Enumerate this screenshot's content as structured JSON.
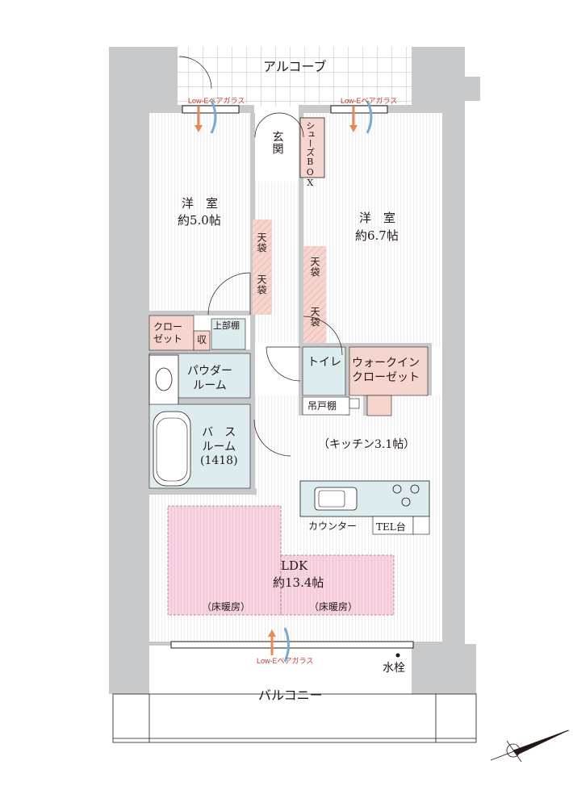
{
  "rooms": {
    "alcove": "アルコーブ",
    "entrance": "玄\n関",
    "shoe_box": "シューズBOX",
    "western_left": {
      "name": "洋　室",
      "size": "約5.0帖"
    },
    "western_right": {
      "name": "洋　室",
      "size": "約6.7帖"
    },
    "tenbukuro": "天袋",
    "closet": "クロー\nゼット",
    "upper_shelf": "上部棚",
    "storage": "収",
    "powder_room": "パウダー\nルーム",
    "toilet": "トイレ",
    "hanging_shelf": "吊戸棚",
    "walk_in_closet": "ウォークイン\nクローゼット",
    "bath_room": "バ　ス\nルーム\n(1418)",
    "kitchen": "（キッチン3.1帖）",
    "counter": "カウンター",
    "tel_stand": "TEL台",
    "ldk": {
      "name": "LDK",
      "size": "約13.4帖"
    },
    "floor_heating": "（床暖房）",
    "faucet": "水栓",
    "balcony": "バルコニー"
  },
  "glass_label": "Low-Eペアガラス",
  "colors": {
    "wall": "#c8c9ca",
    "storage_fill": "#f6d5cf",
    "wet_fill": "#dcecef",
    "floor_heating_fill": "#f7d4e2",
    "glass_text": "#c0392b"
  }
}
